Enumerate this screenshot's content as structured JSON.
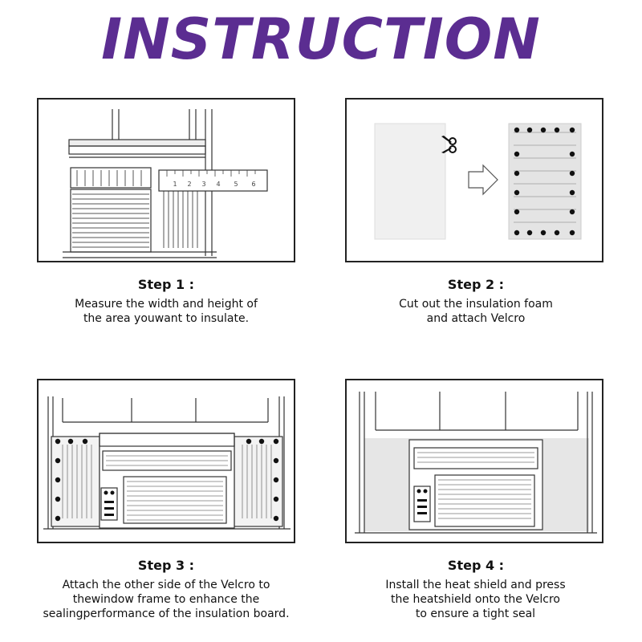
{
  "title": "INSTRUCTION",
  "colors": {
    "title": "#5b2d91"
  },
  "steps": [
    {
      "title": "Step 1 :",
      "desc": "Measure the width and height of\nthe area youwant to insulate."
    },
    {
      "title": "Step 2 :",
      "desc": "Cut out the insulation foam\nand attach Velcro"
    },
    {
      "title": "Step 3 :",
      "desc": "Attach the other side of the Velcro to\nthewindow frame to enhance the\nsealingperformance of the insulation board."
    },
    {
      "title": "Step 4 :",
      "desc": "Install the heat shield and press\nthe heatshield onto the Velcro\nto ensure a tight seal"
    }
  ],
  "ruler": {
    "ticks": [
      "1",
      "2",
      "3",
      "4",
      "5",
      "6"
    ]
  },
  "icons": {
    "scissors": "scissors-icon",
    "arrow": "arrow-right-icon"
  }
}
